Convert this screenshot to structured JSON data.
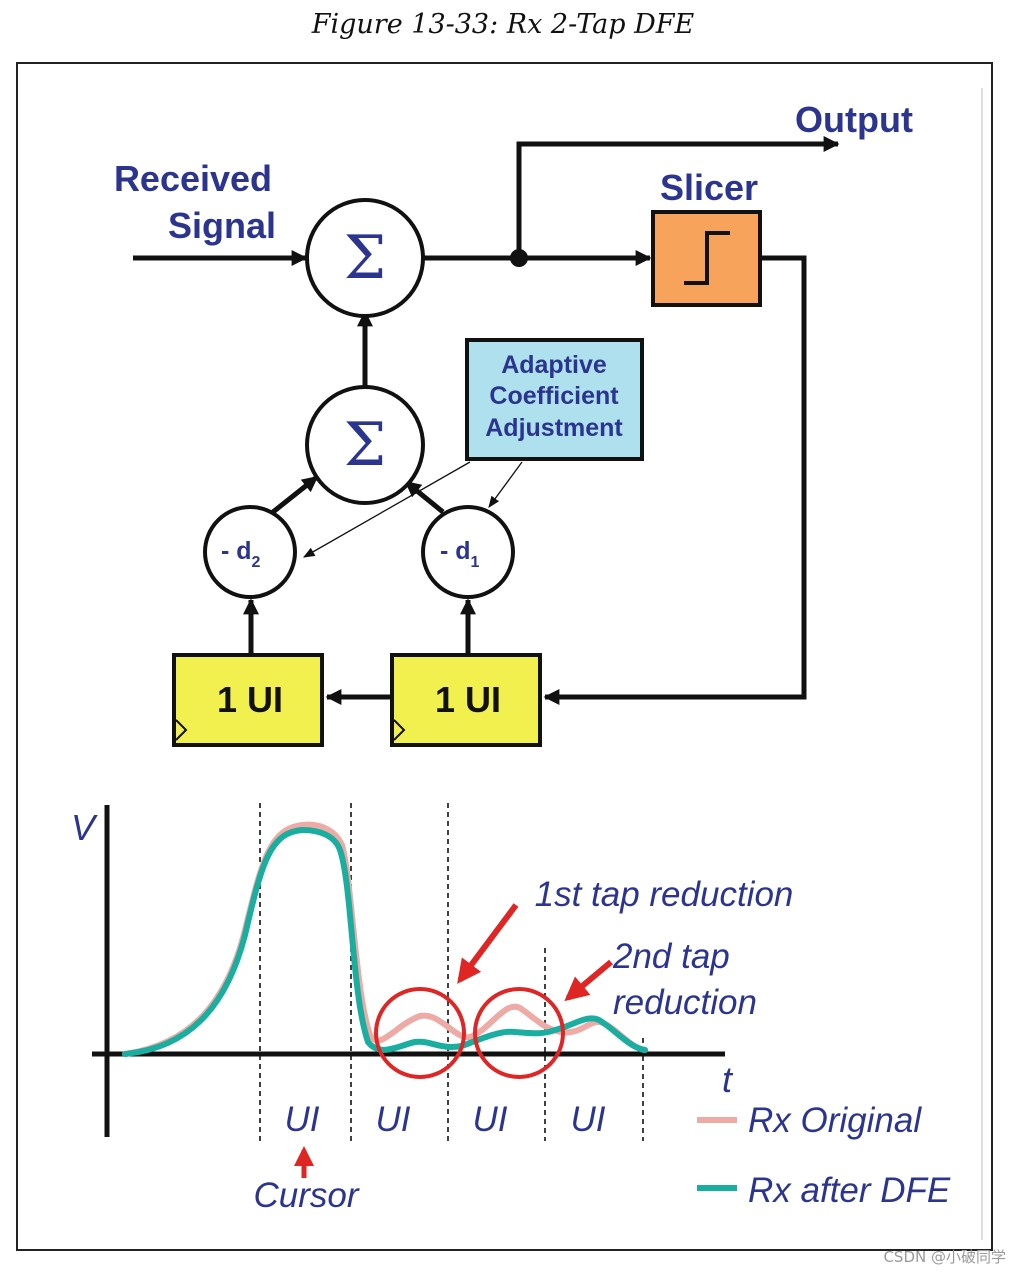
{
  "figure": {
    "caption": "Figure 13-33: Rx 2-Tap DFE",
    "watermark": "CSDN @小破同学"
  },
  "block_diagram": {
    "received_signal_line1": "Received",
    "received_signal_line2": "Signal",
    "summer_symbol": "Σ",
    "output_label": "Output",
    "slicer_label": "Slicer",
    "adaptive_line1": "Adaptive",
    "adaptive_line2": "Coefficient",
    "adaptive_line3": "Adjustment",
    "tap2_label": "- d",
    "tap2_sub": "2",
    "tap1_label": "- d",
    "tap1_sub": "1",
    "delay_label": "1 UI",
    "colors": {
      "text": "#2b3590",
      "slicer_fill": "#f7a35c",
      "adaptive_fill": "#aee0ee",
      "delay_fill": "#f2f04f",
      "line": "#111111"
    }
  },
  "waveform": {
    "y_axis_label": "V",
    "x_axis_label": "t",
    "ui_labels": [
      "UI",
      "UI",
      "UI",
      "UI"
    ],
    "cursor_label": "Cursor",
    "annotation_tap1": "1st tap reduction",
    "annotation_tap2_line1": "2nd tap",
    "annotation_tap2_line2": "reduction",
    "legend": [
      {
        "label": "Rx Original",
        "color": "#eeaaa5"
      },
      {
        "label": "Rx after DFE",
        "color": "#1aaea0"
      }
    ],
    "highlight_color": "#e02525"
  }
}
